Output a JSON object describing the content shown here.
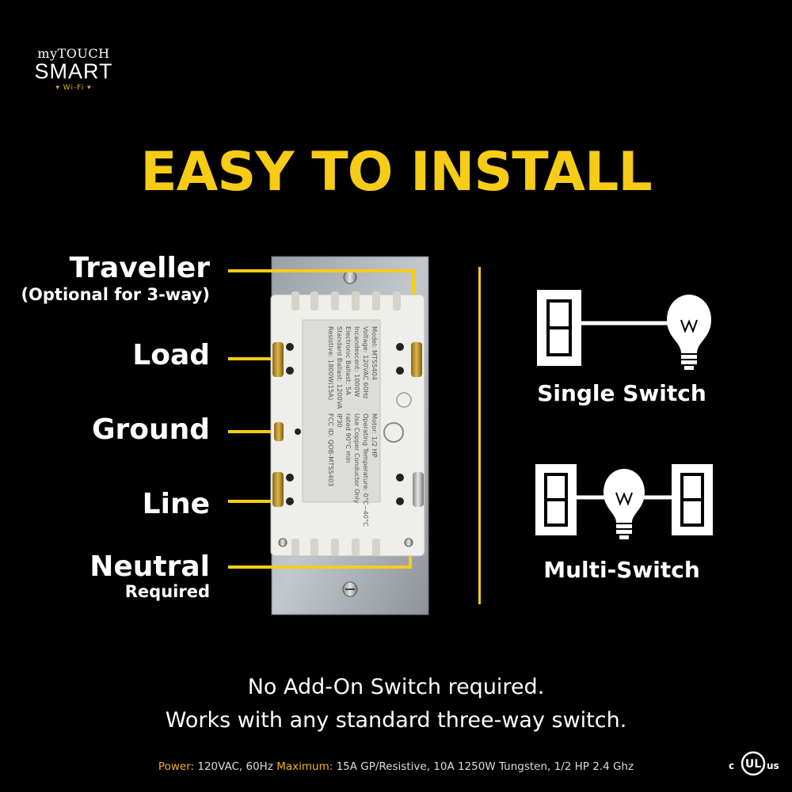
{
  "logo": {
    "line1": "myTOUCH",
    "line2": "SMART",
    "line3": "▾ Wi-Fi ▾"
  },
  "headline": "EASY TO INSTALL",
  "wire_labels": {
    "traveller": "Traveller",
    "traveller_note": "(Optional for 3-way)",
    "load": "Load",
    "ground": "Ground",
    "line": "Line",
    "neutral": "Neutral",
    "neutral_note": "Required"
  },
  "product_label": {
    "left": [
      "Model: MTS5404",
      "Voltage: 120VAC 60Hz",
      "Incandescent: 1000W",
      "Electronic Ballast: 5A",
      "Standard Ballast: 1200VA",
      "Resistive: 1800W(15A)"
    ],
    "right": [
      "Motor: 1/2 HP",
      "Operating Temperature: 0°C~40°C",
      "Use Copper Conductor Only",
      "rated 90°C min",
      "IP30",
      "FCC ID: QOB-MTS5403"
    ]
  },
  "configs": {
    "single": "Single Switch",
    "multi": "Multi-Switch"
  },
  "bottom": {
    "line1": "No Add-On Switch required.",
    "line2": "Works with any standard three-way switch."
  },
  "specs": {
    "power_key": "Power:",
    "power_val": " 120VAC, 60Hz ",
    "max_key": "Maximum:",
    "max_val": " 15A GP/Resistive, 10A 1250W Tungsten, 1/2 HP 2.4 Ghz"
  },
  "cert": {
    "c": "c",
    "ul": "UL",
    "us": "us"
  },
  "colors": {
    "accent": "#f7cc17",
    "background": "#000000"
  }
}
